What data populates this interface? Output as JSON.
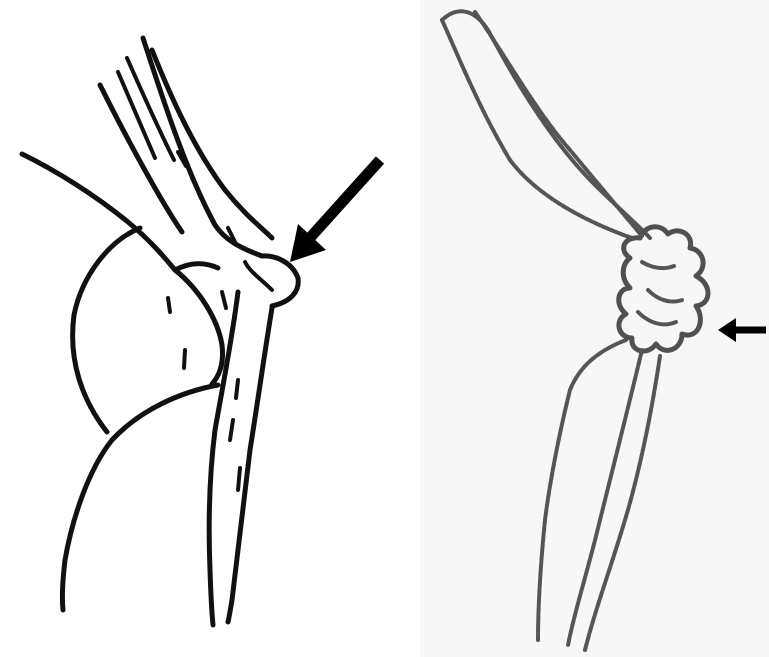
{
  "figure": {
    "panels": [
      {
        "id": "left",
        "style": "black ink line drawing",
        "ink_color": "#111111",
        "background": "#ffffff"
      },
      {
        "id": "right",
        "style": "grey ink line drawing",
        "ink_color": "#555555",
        "background": "#f7f7f7"
      }
    ],
    "arrows": [
      {
        "panel": "left",
        "icon": "arrow-down-left",
        "color": "#000000"
      },
      {
        "panel": "right",
        "icon": "arrow-left",
        "color": "#000000"
      }
    ]
  }
}
